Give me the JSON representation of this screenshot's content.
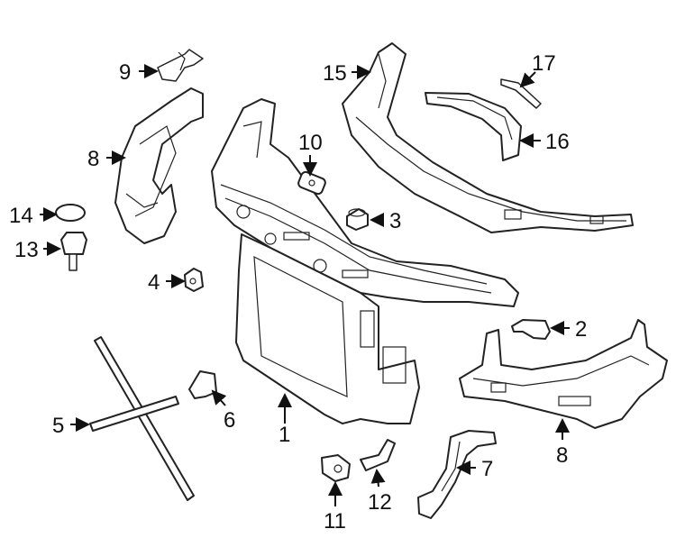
{
  "callouts": [
    {
      "id": "c1",
      "text": "1"
    },
    {
      "id": "c2",
      "text": "2"
    },
    {
      "id": "c3",
      "text": "3"
    },
    {
      "id": "c4",
      "text": "4"
    },
    {
      "id": "c5",
      "text": "5"
    },
    {
      "id": "c6",
      "text": "6"
    },
    {
      "id": "c7",
      "text": "7"
    },
    {
      "id": "c8a",
      "text": "8"
    },
    {
      "id": "c8b",
      "text": "8"
    },
    {
      "id": "c9",
      "text": "9"
    },
    {
      "id": "c10",
      "text": "10"
    },
    {
      "id": "c11",
      "text": "11"
    },
    {
      "id": "c12",
      "text": "12"
    },
    {
      "id": "c13",
      "text": "13"
    },
    {
      "id": "c14",
      "text": "14"
    },
    {
      "id": "c15",
      "text": "15"
    },
    {
      "id": "c16",
      "text": "16"
    },
    {
      "id": "c17",
      "text": "17"
    }
  ],
  "colors": {
    "line": "#222222",
    "background": "#ffffff"
  }
}
